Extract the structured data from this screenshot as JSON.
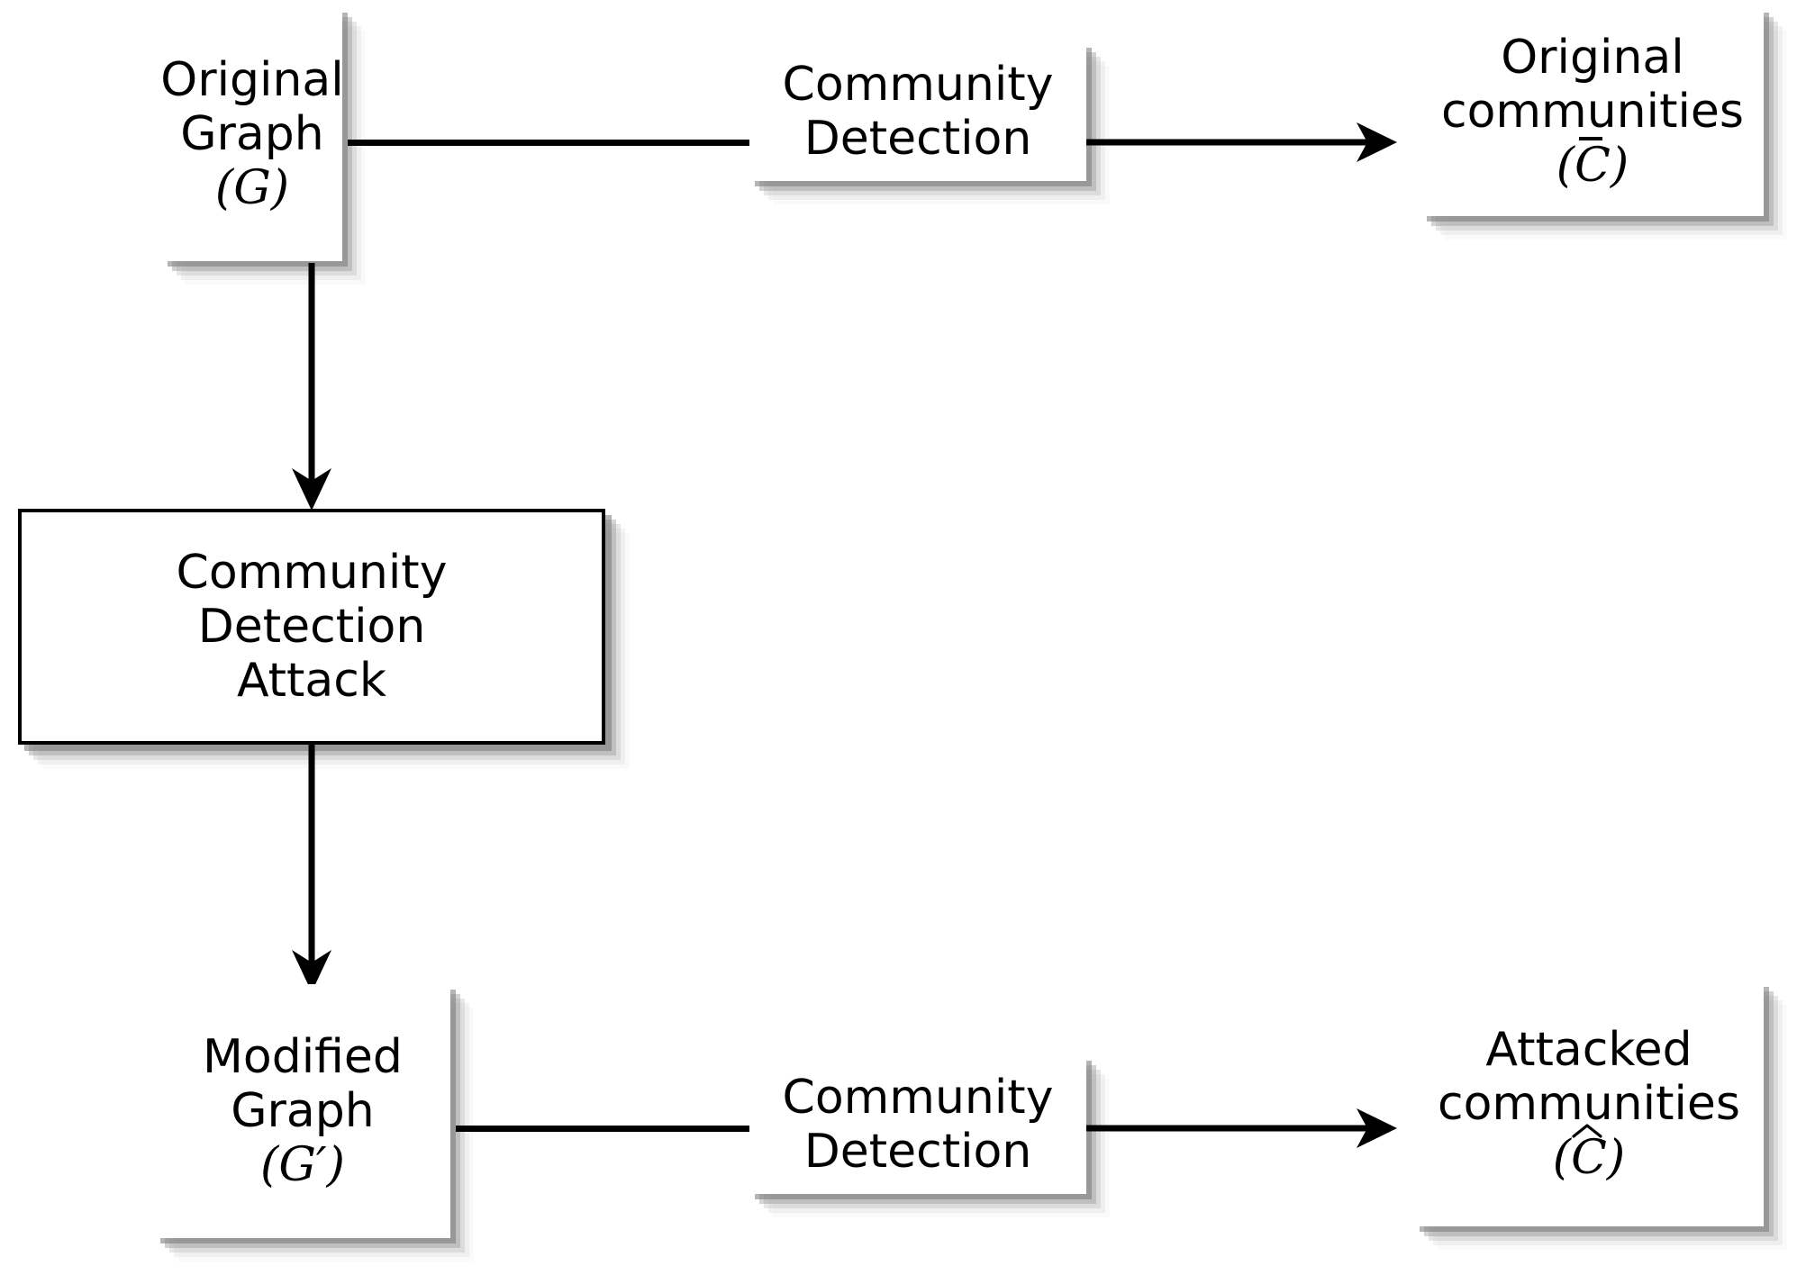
{
  "diagram": {
    "title": "Community Detection Attack pipeline",
    "background_color": "#ffffff",
    "stroke_color": "#000000",
    "shadow_color": "#808080"
  },
  "nodes": {
    "original_graph": {
      "line1": "Original",
      "line2": "Graph",
      "symbol_open": "(",
      "symbol": "G",
      "symbol_close": ")",
      "style": "shadow-only"
    },
    "community_detection_top": {
      "line1": "Community",
      "line2": "Detection",
      "style": "shadow-only"
    },
    "original_communities": {
      "line1": "Original",
      "line2": "communities",
      "symbol_open": "(",
      "symbol": "C",
      "symbol_accent": "bar",
      "symbol_close": ")",
      "style": "shadow-only"
    },
    "attack": {
      "line1": "Community",
      "line2": "Detection",
      "line3": "Attack",
      "style": "bordered"
    },
    "modified_graph": {
      "line1": "Modified",
      "line2": "Graph",
      "symbol_open": "(",
      "symbol": "G",
      "symbol_prime": "′",
      "symbol_close": ")",
      "style": "shadow-only"
    },
    "community_detection_bottom": {
      "line1": "Community",
      "line2": "Detection",
      "style": "shadow-only"
    },
    "attacked_communities": {
      "line1": "Attacked",
      "line2": "communities",
      "symbol_open": "(",
      "symbol": "C",
      "symbol_accent": "hat",
      "symbol_close": ")",
      "style": "shadow-only"
    }
  },
  "edges": [
    {
      "name": "original-graph-to-community-detection",
      "type": "plain-line",
      "direction": "right"
    },
    {
      "name": "community-detection-to-original-communities",
      "type": "arrow",
      "direction": "right"
    },
    {
      "name": "original-graph-to-attack",
      "type": "arrow",
      "direction": "down"
    },
    {
      "name": "attack-to-modified-graph",
      "type": "arrow",
      "direction": "down"
    },
    {
      "name": "modified-graph-to-community-detection",
      "type": "plain-line",
      "direction": "right"
    },
    {
      "name": "community-detection-to-attacked-communities",
      "type": "arrow",
      "direction": "right"
    }
  ]
}
